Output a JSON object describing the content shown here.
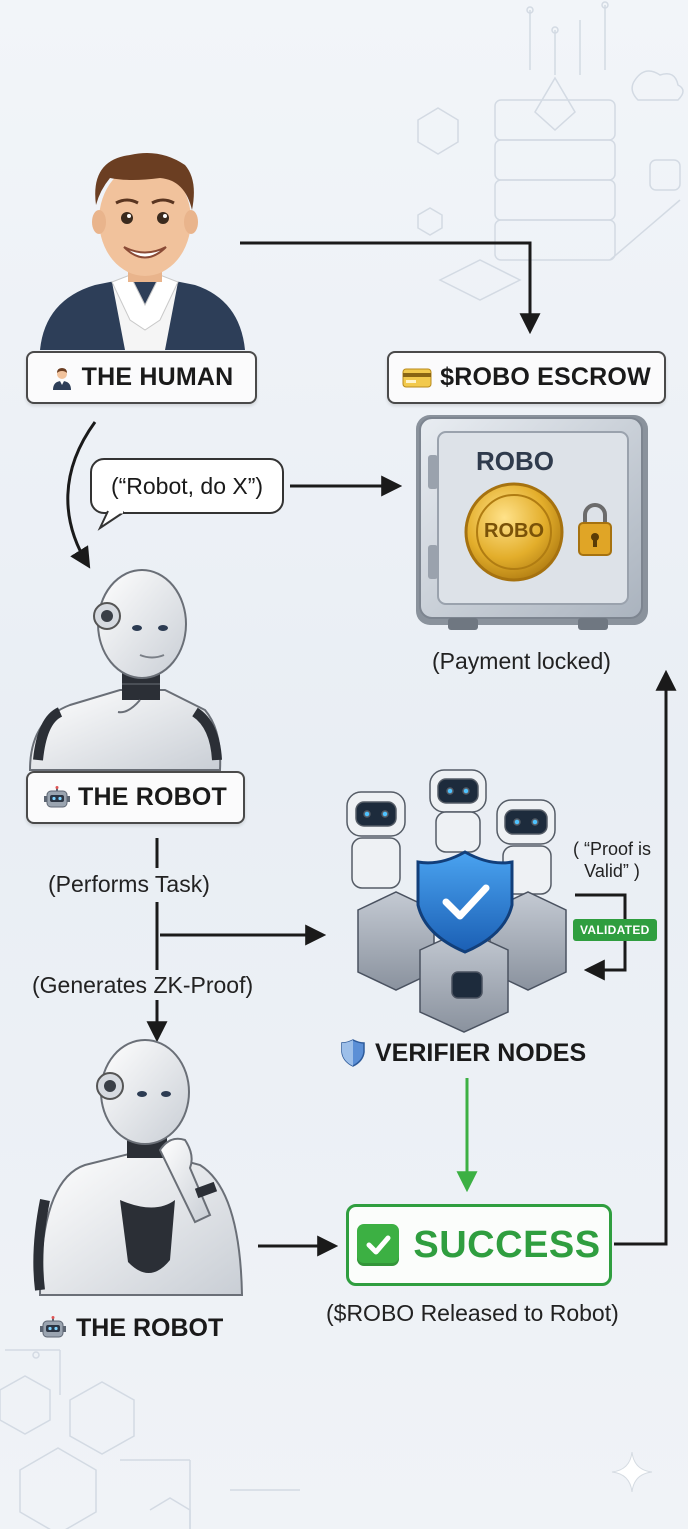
{
  "human": {
    "label": "THE HUMAN"
  },
  "escrow": {
    "label": "$ROBO ESCROW",
    "safe_text": "ROBO",
    "coin_text": "ROBO",
    "caption": "(Payment locked)"
  },
  "bubble": {
    "text": "(“Robot, do X”)"
  },
  "robot_top": {
    "label": "THE ROBOT"
  },
  "steps": {
    "performs": "(Performs Task)",
    "generates": "(Generates ZK-Proof)"
  },
  "verifier": {
    "label": "VERIFIER NODES",
    "proof_note_line1": "( “Proof is",
    "proof_note_line2": "Valid” )",
    "badge": "VALIDATED"
  },
  "success": {
    "label": "SUCCESS",
    "caption": "($ROBO Released to Robot)"
  },
  "robot_bottom": {
    "label": "THE ROBOT"
  },
  "colors": {
    "success_green": "#2f9e3f",
    "arrow": "#1a1a1a",
    "coin_gold": "#d9a520"
  },
  "icons": [
    "man-emoji-icon",
    "credit-card-icon",
    "robot-emoji-icon",
    "shield-icon",
    "check-square-icon",
    "padlock-icon",
    "sparkle-icon"
  ]
}
